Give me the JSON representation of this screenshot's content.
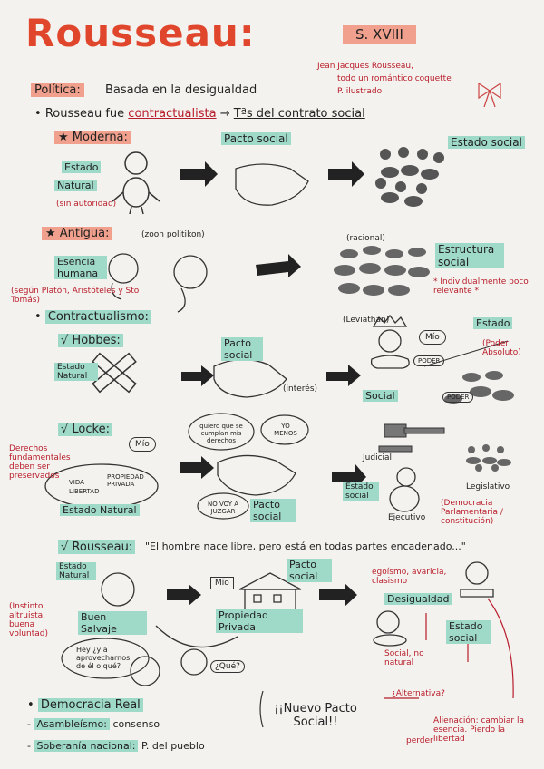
{
  "title": "Rousseau:",
  "century": "S. XVIII",
  "side_note": [
    "Jean Jacques Rousseau,",
    "todo un romántico coquette",
    "P. ilustrado"
  ],
  "politica": {
    "label": "Política:",
    "text": "Basada en la desigualdad"
  },
  "intro": {
    "prefix": "Rousseau fue",
    "term": "contractualista",
    "arrow": "→",
    "suffix": "Tªs del contrato social"
  },
  "moderna": {
    "heading": "★ Moderna:",
    "estado_label": "Estado",
    "natural_label": "Natural",
    "sin_autoridad": "(sin autoridad)",
    "pacto_social": "Pacto social",
    "estado_social": "Estado social"
  },
  "antigua": {
    "heading": "★ Antigua:",
    "zoon": "(zoon politikon)",
    "esencia_humana": "Esencia humana",
    "segun": "(según Platón, Aristóteles y Sto Tomás)",
    "racional": "(racional)",
    "estructura_social": "Estructura social",
    "individualmente": "* Individualmente poco relevante *"
  },
  "contractualismo": "Contractualismo:",
  "hobbes": {
    "heading": "√ Hobbes:",
    "estado_natural": "Estado Natural",
    "pacto_social": "Pacto social",
    "interes": "(interés)",
    "leviathan": "(Leviathan)",
    "mio": "Mío",
    "poder": "PODER",
    "estado": "Estado",
    "poder_absoluto": "(Poder Absoluto)",
    "social": "Social"
  },
  "locke": {
    "heading": "√ Locke:",
    "derechos": "Derechos fundamentales deben ser preservados",
    "mio": "Mío",
    "quiero": "quiero que se cumplan mis derechos",
    "yo_menos": "YO MENOS",
    "vida": "VIDA",
    "libertad": "LIBERTAD",
    "propiedad": "PROPIEDAD PRIVADA",
    "estado_natural": "Estado Natural",
    "no_voy": "NO VOY A JUZGAR",
    "pacto_social": "Pacto social",
    "judicial": "Judicial",
    "estado_social": "Estado social",
    "ejecutivo": "Ejecutivo",
    "legislativo": "Legislativo",
    "democracia": "(Democracia Parlamentaria / constitución)"
  },
  "rousseau": {
    "heading": "√ Rousseau:",
    "quote": "\"El hombre nace libre, pero está en todas partes encadenado...\"",
    "estado_natural": "Estado Natural",
    "instinto": "(Instinto altruista, buena voluntad)",
    "buen_salvaje": "Buen Salvaje",
    "mio": "Mío",
    "pacto_social": "Pacto social",
    "propiedad_privada": "Propiedad Privada",
    "egoismo": "egoísmo, avaricia, clasismo",
    "desigualdad": "Desigualdad",
    "estado_social": "Estado social",
    "social_no_natural": "Social, no natural",
    "hey": "Hey ¿y a aprovecharnos de él o qué?",
    "que": "¿Qué?",
    "alternativa": "¿Alternativa?",
    "alienacion": "Alienación: cambiar la esencia. Pierdo la libertad",
    "perder": "perder"
  },
  "footer": {
    "democracia": "Democracia Real",
    "asambleismo": "Asambleísmo:",
    "consenso": "consenso",
    "soberania": "Soberanía nacional:",
    "pueblo": "P. del pueblo",
    "nuevo_pacto": "¡¡Nuevo Pacto Social!!"
  }
}
